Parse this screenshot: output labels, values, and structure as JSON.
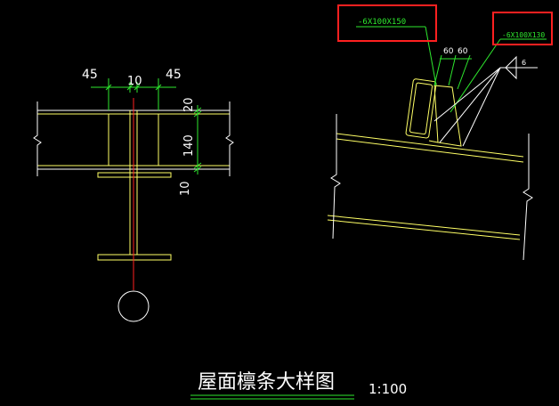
{
  "drawing": {
    "title": "屋面檩条大样图",
    "scale": "1:100",
    "colors": {
      "background": "#000000",
      "member_outline": "#ffff66",
      "dimension": "#2ee82e",
      "centerline": "#ff2020",
      "highlight_box": "#ff2020",
      "line_white": "#ffffff"
    }
  },
  "section_view": {
    "dim_left": "45",
    "dim_middle": "10",
    "dim_right": "45",
    "dim_top_vertical": "20",
    "dim_web_vertical": "140",
    "dim_bottom_vertical": "10"
  },
  "detail_view": {
    "plate_note_1": "-6X100X150",
    "plate_note_2": "-6X100X130",
    "dim_60_a": "60",
    "dim_60_b": "60",
    "weld_symbol_text": "6"
  }
}
